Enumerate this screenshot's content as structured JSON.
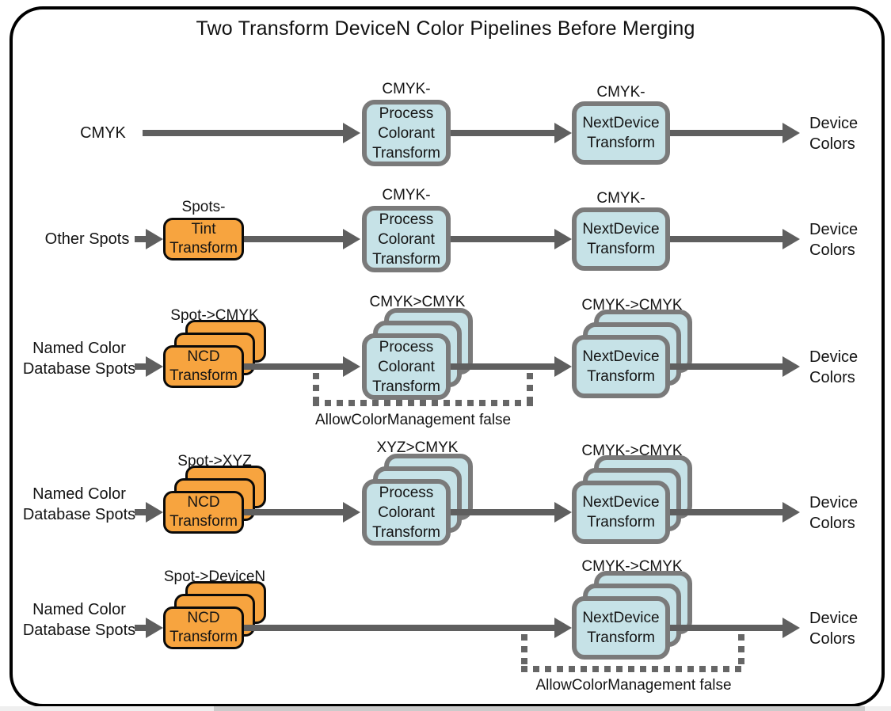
{
  "title": "Two Transform DeviceN Color Pipelines Before Merging",
  "colors": {
    "orange_box_fill": "#f7a43f",
    "blue_box_fill": "#c6e2e7",
    "blue_box_border": "#7a7a7a",
    "orange_box_border": "#0a0a0a",
    "arrow": "#5f5f5f",
    "text": "#141414",
    "frame_border": "#000000"
  },
  "rows": [
    {
      "source": [
        "CMYK"
      ],
      "boxes": [
        {
          "label": "CMYK->CMYK",
          "lines": [
            "Process",
            "Colorant",
            "Transform"
          ]
        },
        {
          "label": "CMYK->CMYK",
          "lines": [
            "NextDevice",
            "Transform"
          ]
        }
      ],
      "sink": [
        "Device",
        "Colors"
      ]
    },
    {
      "source": [
        "Other Spots"
      ],
      "boxes": [
        {
          "label": "Spots->CMYK",
          "lines": [
            "Tint",
            "Transform"
          ]
        },
        {
          "label": "CMYK->CMYK",
          "lines": [
            "Process",
            "Colorant",
            "Transform"
          ]
        },
        {
          "label": "CMYK->CMYK",
          "lines": [
            "NextDevice",
            "Transform"
          ]
        }
      ],
      "sink": [
        "Device",
        "Colors"
      ]
    },
    {
      "source": [
        "Named Color",
        "Database Spots"
      ],
      "boxes": [
        {
          "label": "Spot->CMYK",
          "lines": [
            "NCD",
            "Transform"
          ]
        },
        {
          "label": "CMYK>CMYK",
          "lines": [
            "Process",
            "Colorant",
            "Transform"
          ]
        },
        {
          "label": "CMYK->CMYK",
          "lines": [
            "NextDevice",
            "Transform"
          ]
        }
      ],
      "annotation": "AllowColorManagement false",
      "sink": [
        "Device",
        "Colors"
      ]
    },
    {
      "source": [
        "Named Color",
        "Database Spots"
      ],
      "boxes": [
        {
          "label": "Spot->XYZ",
          "lines": [
            "NCD",
            "Transform"
          ]
        },
        {
          "label": "XYZ>CMYK",
          "lines": [
            "Process",
            "Colorant",
            "Transform"
          ]
        },
        {
          "label": "CMYK->CMYK",
          "lines": [
            "NextDevice",
            "Transform"
          ]
        }
      ],
      "sink": [
        "Device",
        "Colors"
      ]
    },
    {
      "source": [
        "Named Color",
        "Database Spots"
      ],
      "boxes": [
        {
          "label": "Spot->DeviceN",
          "lines": [
            "NCD",
            "Transform"
          ]
        },
        {
          "label": "CMYK->CMYK",
          "lines": [
            "NextDevice",
            "Transform"
          ]
        }
      ],
      "annotation": "AllowColorManagement false",
      "sink": [
        "Device",
        "Colors"
      ]
    }
  ]
}
